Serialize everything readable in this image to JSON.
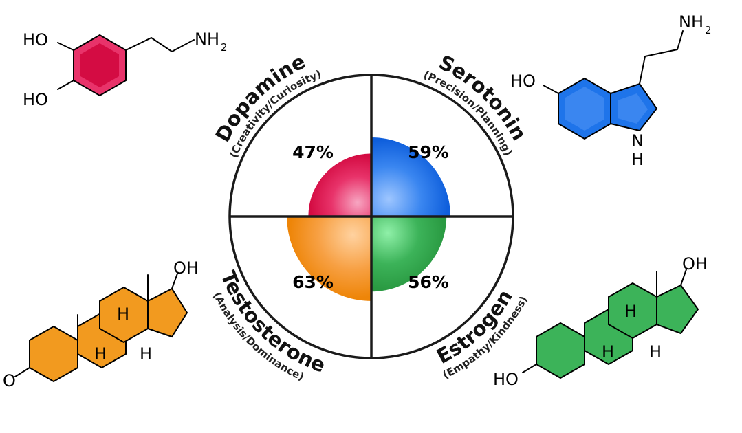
{
  "quadrants": [
    {
      "id": "dopamine",
      "name": "Dopamine",
      "subtitle": "(Creativity/Curiosity)",
      "percent_label": "47%",
      "value": 47,
      "color": "#e0144c"
    },
    {
      "id": "serotonin",
      "name": "Serotonin",
      "subtitle": "(Precision/Planning)",
      "percent_label": "59%",
      "value": 59,
      "color": "#1569e3"
    },
    {
      "id": "testosterone",
      "name": "Testosterone",
      "subtitle": "(Analysis/Dominance)",
      "percent_label": "63%",
      "value": 63,
      "color": "#f28a0c"
    },
    {
      "id": "estrogen",
      "name": "Estrogen",
      "subtitle": "(Empathy/Kindness)",
      "percent_label": "56%",
      "value": 56,
      "color": "#2fa347"
    }
  ],
  "molecule_labels": {
    "dopamine": {
      "ho_top": "HO",
      "ho_bottom": "HO",
      "nh": "NH",
      "sub": "2"
    },
    "serotonin": {
      "ho": "HO",
      "nh": "NH",
      "sub": "2",
      "n": "N",
      "h": "H"
    },
    "testosterone": {
      "oh": "OH",
      "o": "O",
      "h1": "H",
      "h2": "H",
      "h3": "H"
    },
    "estrogen": {
      "oh": "OH",
      "ho": "HO",
      "h1": "H",
      "h2": "H",
      "h3": "H"
    }
  }
}
